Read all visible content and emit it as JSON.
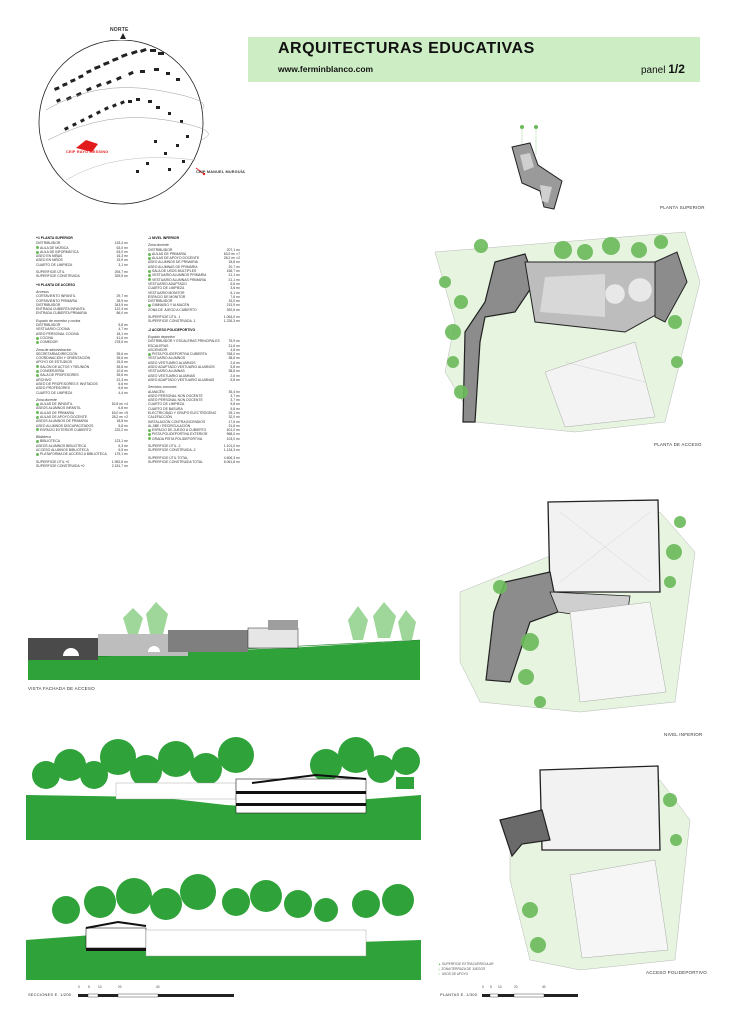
{
  "header": {
    "title": "ARQUITECTURAS EDUCATIVAS",
    "url": "www.ferminblanco.com",
    "panel_word": "panel",
    "panel_number": "1/2"
  },
  "site_map": {
    "north_label": "NORTE",
    "school_label": "CEIP RAYO MESSINO",
    "other_school_label": "CEIP MANUEL MURGUÍA"
  },
  "plan_labels": {
    "upper": "PLANTA SUPERIOR",
    "access": "PLANTA DE ACCESO",
    "lower": "NIVEL INFERIOR",
    "sports": "ACCESO POLIDEPORTIVO"
  },
  "elevation_label": "VISTA FACHADA DE ACCESO",
  "sections_scale": "Secciones e. 1/200",
  "plans_scale": "Plantas e. 1/300",
  "scale_ticks": [
    "0",
    "5",
    "10",
    "20",
    "40"
  ],
  "legend": [
    "SUPERFICIE EXTRACURRICULAR",
    "ZONA/TERRAZA DE JUEGOS",
    "USOS DE APOYO"
  ],
  "program_left": [
    {
      "head": "+1 PLANTA SUPERIOR"
    },
    {
      "row": [
        "DISTRIBUIDOR",
        "133,4 m²"
      ]
    },
    {
      "row": [
        "AULA DE MÚSICA",
        "63,0 m²"
      ],
      "dot": true
    },
    {
      "row": [
        "AULA DE INFORMÁTICA",
        "63,0 m²"
      ],
      "dot": true
    },
    {
      "row": [
        "ASEO EN NIÑAS",
        "16,3 m²"
      ]
    },
    {
      "row": [
        "ASEO EN NIÑOS",
        "15,9 m²"
      ]
    },
    {
      "row": [
        "CUARTO DE LIMPIEZA",
        "3,1 m²"
      ]
    },
    {
      "tot": [
        "SUPERFICIE ÚTIL",
        "294,7 m²"
      ]
    },
    {
      "tot2": [
        "SUPERFICIE CONSTRUIDA",
        "329,5 m²"
      ]
    },
    {
      "head": "+0 PLANTA DE ACCESO"
    },
    {
      "sub": "Accesos"
    },
    {
      "row": [
        "CORTAVIENTO INFANTIL",
        "29,7 m²"
      ]
    },
    {
      "row": [
        "CORTAVIENTO PRIMARIA",
        "28,9 m²"
      ]
    },
    {
      "row": [
        "DISTRIBUIDOR",
        "343,9 m²"
      ]
    },
    {
      "row": [
        "ENTRADA CUBIERTA INFANTIL",
        "122,4 m²"
      ]
    },
    {
      "row": [
        "ENTRADA CUBIERTA PRIMARIA",
        "86,0 m²"
      ]
    },
    {
      "sub": "Espacio de comedor y cocina"
    },
    {
      "row": [
        "DISTRIBUIDOR",
        "5,8 m²"
      ]
    },
    {
      "row": [
        "VESTUARIO COCINA",
        "4,7 m²"
      ]
    },
    {
      "row": [
        "ASEO PERSONAL COCINA",
        "18,1 m²"
      ]
    },
    {
      "row": [
        "COCINA",
        "41,6 m²"
      ],
      "dot": true
    },
    {
      "row": [
        "COMEDOR",
        "278,5 m²"
      ],
      "dot": true
    },
    {
      "sub": "Zona de administración"
    },
    {
      "row": [
        "SECRETARÍA/DIRECCIÓN",
        "35,6 m²"
      ]
    },
    {
      "row": [
        "COORDINACIÓN Y ORIENTACIÓN",
        "35,6 m²"
      ]
    },
    {
      "row": [
        "APOYO DE ESTUDIOS",
        "15,5 m²"
      ]
    },
    {
      "row": [
        "SALÓN DE ACTOS Y REUNIÓN",
        "35,8 m²"
      ],
      "dot": true
    },
    {
      "row": [
        "CONSERJERÍA",
        "10,6 m²"
      ],
      "dot": true
    },
    {
      "row": [
        "SALA DE PROFESORES",
        "35,6 m²"
      ],
      "dot": true
    },
    {
      "row": [
        "ARCHIVO",
        "22,3 m²"
      ]
    },
    {
      "row": [
        "ASEO DE PROFESORES E INVITADOS",
        "6,6 m²"
      ]
    },
    {
      "row": [
        "ASEO PROFESORES",
        "6,6 m²"
      ]
    },
    {
      "row": [
        "CUARTO DE LIMPIEZA",
        "4,4 m²"
      ]
    },
    {
      "sub": "Zona docente"
    },
    {
      "row": [
        "AULAS DE INFANTIL",
        "52,8 m² ×4"
      ],
      "dot": true
    },
    {
      "row": [
        "ASEOS ALUMNOS INFANTIL",
        "6,8 m²"
      ]
    },
    {
      "row": [
        "AULAS DE PRIMARIA",
        "63,0 m² ×5"
      ],
      "dot": true
    },
    {
      "row": [
        "AULAS DE APOYO DOCENTE",
        "28,2 m² ×2"
      ],
      "dot": true
    },
    {
      "row": [
        "ASEOS ALUMNOS DE PRIMARIA",
        "18,8 m²"
      ]
    },
    {
      "row": [
        "ASEO ALUMNOS DISCAPACITADOS",
        "5,8 m²"
      ]
    },
    {
      "row": [
        "ESPACIO EXTERIOR CUBIERTO",
        "232,2 m²"
      ],
      "dot": true
    },
    {
      "sub": "Biblioteca"
    },
    {
      "row": [
        "BIBLIOTECA",
        "123,1 m²"
      ],
      "dot": true
    },
    {
      "row": [
        "ASEOS ALUMNOS BIBLIOTECA",
        "6,3 m²"
      ]
    },
    {
      "row": [
        "ACCESO ALUMNOS BIBLIOTECA",
        "6,5 m²"
      ]
    },
    {
      "row": [
        "PLATAFORMA DE ACCESO A BIBLIOTECA",
        "175,1 m²"
      ],
      "dot": true
    },
    {
      "tot": [
        "SUPERFICIE ÚTIL +0",
        "1.952,6 m²"
      ]
    },
    {
      "tot2": [
        "SUPERFICIE CONSTRUIDA +0",
        "2.151,7 m²"
      ]
    }
  ],
  "program_right": [
    {
      "head": "-1 NIVEL INFERIOR"
    },
    {
      "sub": "Zona docente"
    },
    {
      "row": [
        "DISTRIBUIDOR",
        "207,1 m²"
      ]
    },
    {
      "row": [
        "AULAS DE PRIMARIA",
        "63,0 m² ×7"
      ],
      "dot": true
    },
    {
      "row": [
        "AULAS DE APOYO DOCENTE",
        "28,2 m² ×2"
      ],
      "dot": true
    },
    {
      "row": [
        "ASEO ALUMNOS DE PRIMARIA",
        "18,8 m²"
      ]
    },
    {
      "row": [
        "ASEO ALUMNAS DE PRIMARIA",
        "20,7 m²"
      ]
    },
    {
      "row": [
        "SALA DE USOS MÚLTIPLES",
        "156,7 m²"
      ],
      "dot": true
    },
    {
      "row": [
        "VESTUARIO ALUMNOS PRIMARIA",
        "21,1 m²"
      ],
      "dot": true
    },
    {
      "row": [
        "VESTUARIO ALUMNAS PRIMARIA",
        "21,1 m²"
      ],
      "dot": true
    },
    {
      "row": [
        "VESTUARIO ADAPTADO",
        "6,6 m²"
      ]
    },
    {
      "row": [
        "CUARTO DE LIMPIEZA",
        "3,6 m²"
      ]
    },
    {
      "row": [
        "VESTUARIO MONITOR",
        "6,1 m²"
      ]
    },
    {
      "row": [
        "ESPACIO DE MONITOR",
        "7,6 m²"
      ]
    },
    {
      "row": [
        "DISTRIBUIDOR",
        "33,0 m²"
      ]
    },
    {
      "row": [
        "GIMNASIO Y ALMACÉN",
        "213,9 m²"
      ],
      "dot": true
    },
    {
      "row": [
        "ZONA DE JUEGO A CUBIERTO",
        "392,6 m²"
      ]
    },
    {
      "tot": [
        "SUPERFICIE ÚTIL -1",
        "1.064,0 m²"
      ]
    },
    {
      "tot2": [
        "SUPERFICIE CONSTRUIDA -1",
        "1.226,3 m²"
      ]
    },
    {
      "head": "-2 ACCESO POLIDEPORTIVO"
    },
    {
      "sub": "Espacio deportivo"
    },
    {
      "row": [
        "DISTRIBUIDOR Y ESCALERAS PRINCIPALES",
        "76,9 m²"
      ]
    },
    {
      "row": [
        "ESCALERAS",
        "21,6 m²"
      ]
    },
    {
      "row": [
        "ASCENSOR",
        "4,8 m²"
      ]
    },
    {
      "row": [
        "PISTA POLIDEPORTIVA CUBIERTA",
        "768,0 m²"
      ],
      "dot": true
    },
    {
      "row": [
        "VESTUARIO ALUMNOS",
        "38,8 m²"
      ]
    },
    {
      "row": [
        "ASEO VESTUARIO ALUMNOS",
        "2,6 m²"
      ]
    },
    {
      "row": [
        "ASEO ADAPTADO VESTUARIO ALUMNOS",
        "5,8 m²"
      ]
    },
    {
      "row": [
        "VESTUARIO ALUMNAS",
        "38,8 m²"
      ]
    },
    {
      "row": [
        "ASEO VESTUARIO ALUMNAS",
        "2,6 m²"
      ]
    },
    {
      "row": [
        "ASEO ADAPTADO VESTUARIO ALUMNAS",
        "5,8 m²"
      ]
    },
    {
      "sub": "Servicios comunes"
    },
    {
      "row": [
        "ALMACÉN",
        "35,4 m²"
      ]
    },
    {
      "row": [
        "ASEO PERSONAL NON DOCENTE",
        "3,7 m²"
      ]
    },
    {
      "row": [
        "ASEO PERSONAL NON DOCENTE",
        "3,7 m²"
      ]
    },
    {
      "row": [
        "CUARTO DE LIMPIEZA",
        "5,8 m²"
      ]
    },
    {
      "row": [
        "CUARTO DE BASURA",
        "5,8 m²"
      ]
    },
    {
      "row": [
        "ELECTRICIDAD Y GRUPO ELECTRÓGENO",
        "25,1 m²"
      ]
    },
    {
      "row": [
        "CALEFACCIÓN",
        "32,0 m²"
      ]
    },
    {
      "row": [
        "INSTALACIÓN CONTRA INCENDIOS",
        "17,6 m²"
      ]
    },
    {
      "row": [
        "ALJIBE / RECIRCULACIÓN",
        "31,8 m²"
      ]
    },
    {
      "row": [
        "ESPACIO DE JUEGO A CUBIERTO",
        "401,0 m²"
      ],
      "dot": true
    },
    {
      "row": [
        "PISTA POLIDEPORTIVA EXTERIOR",
        "968,0 m²"
      ],
      "dot": true
    },
    {
      "row": [
        "GRADA PISTA POLIDEPORTIVA",
        "103,0 m²"
      ],
      "dot": true
    },
    {
      "tot": [
        "SUPERFICIE ÚTIL -2",
        "1.101,0 m²"
      ]
    },
    {
      "tot2": [
        "SUPERFICIE CONSTRUIDA -2",
        "1.134,3 m²"
      ]
    },
    {
      "tot": [
        "SUPERFICIE ÚTIL TOTAL",
        "4.606,3 m²"
      ]
    },
    {
      "tot2": [
        "SUPERFICIE CONSTRUIDA TOTAL",
        "5.061,8 m²"
      ]
    }
  ]
}
